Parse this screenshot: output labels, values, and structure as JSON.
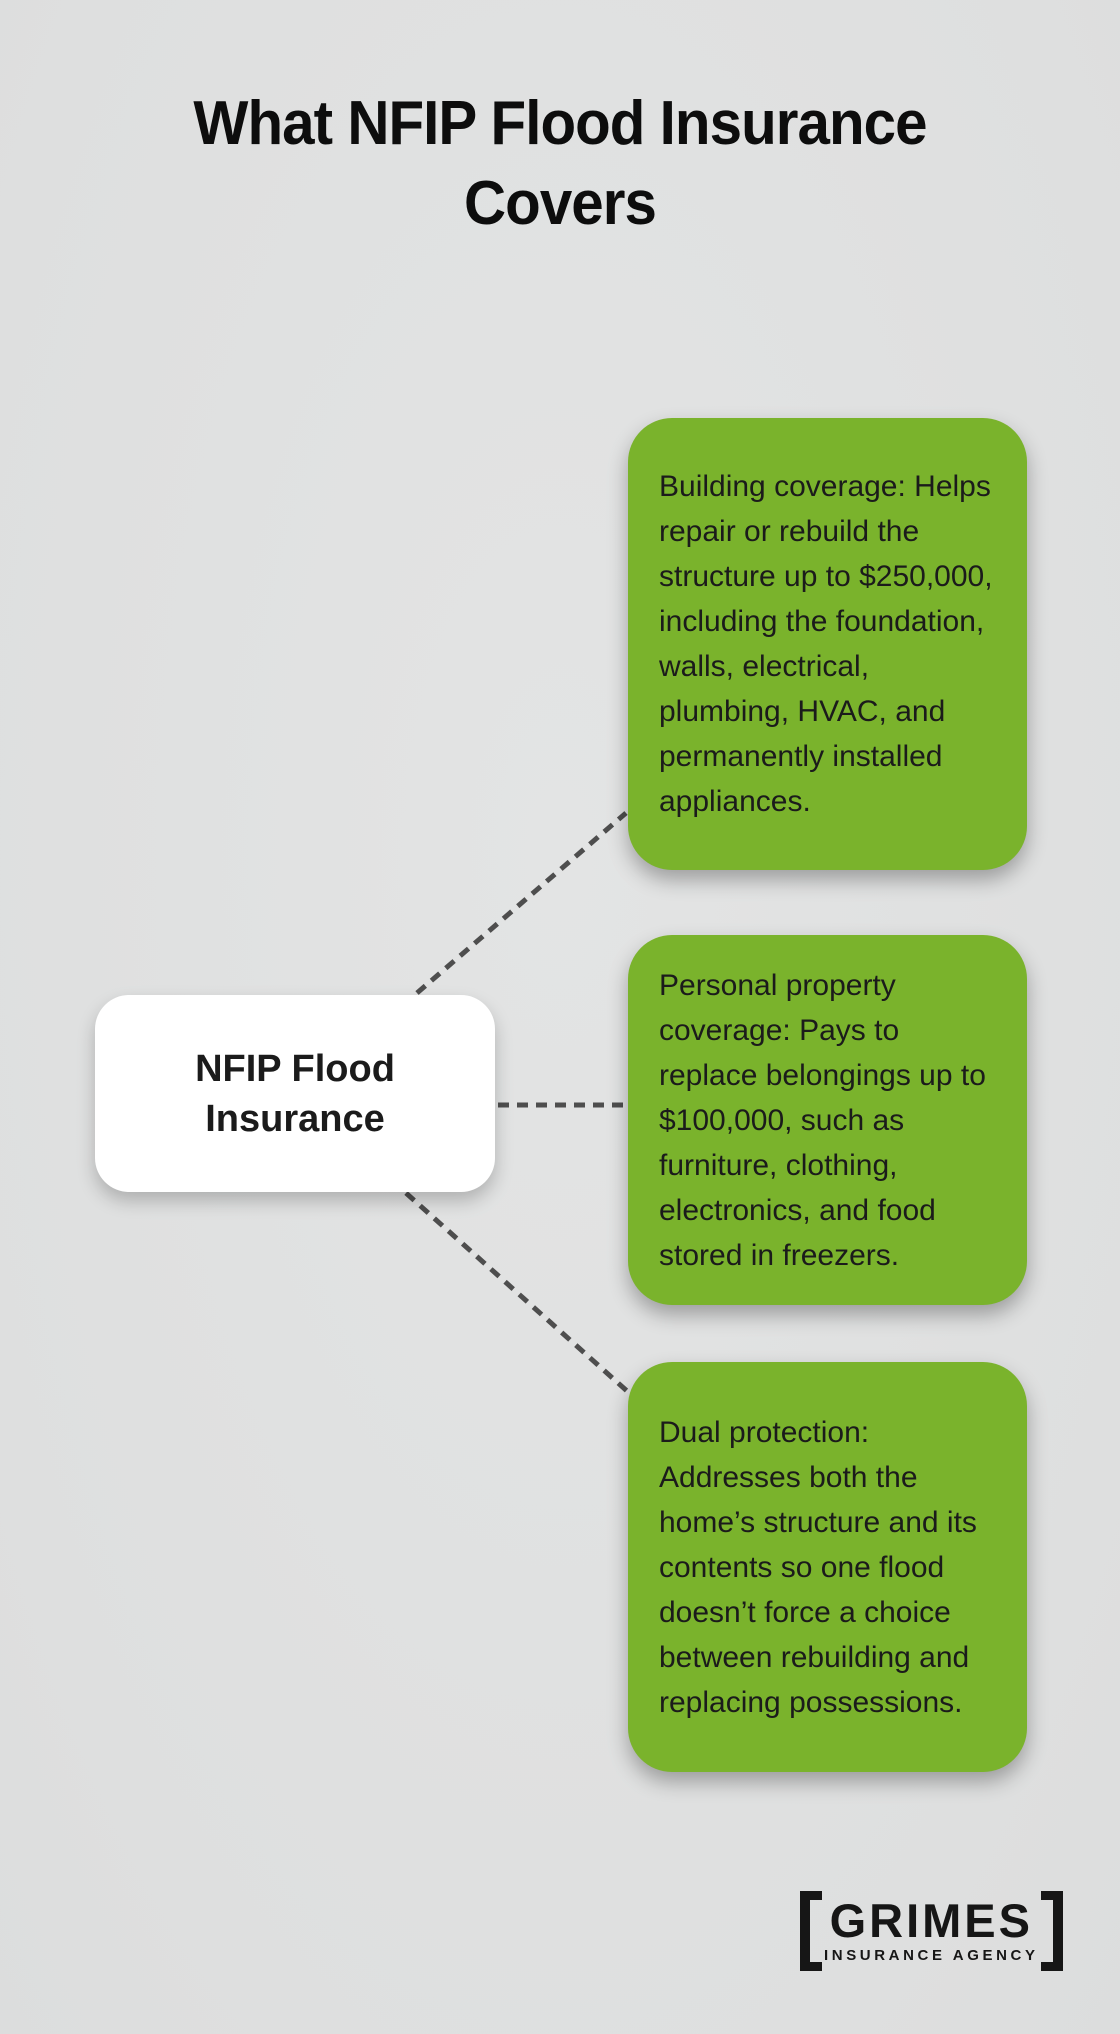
{
  "title": {
    "full": "What NFIP Flood Insurance Covers",
    "lines": [
      "What NFIP Flood Insurance",
      "Covers"
    ]
  },
  "center_node": {
    "label": "NFIP Flood Insurance"
  },
  "branches": [
    {
      "text": "Building coverage: Helps repair or rebuild the structure up to $250,000, including the foundation, walls, electrical, plumbing, HVAC, and permanently installed appliances."
    },
    {
      "text": "Personal property coverage: Pays to replace belongings up to $100,000, such as furniture, clothing, electronics, and food stored in freezers."
    },
    {
      "text": "Dual protection: Addresses both the home’s structure and its contents so one flood doesn’t force a choice between rebuilding and replacing possessions."
    }
  ],
  "logo": {
    "name": "GRIMES",
    "subtitle": "INSURANCE AGENCY"
  },
  "colors": {
    "background": "#e0e1e1",
    "box_green": "#7ab32c",
    "box_white": "#ffffff",
    "text_dark": "#1b1b1b",
    "title_text": "#0d0d0d",
    "connector": "#4e4e4e",
    "logo_ink": "#161616"
  }
}
